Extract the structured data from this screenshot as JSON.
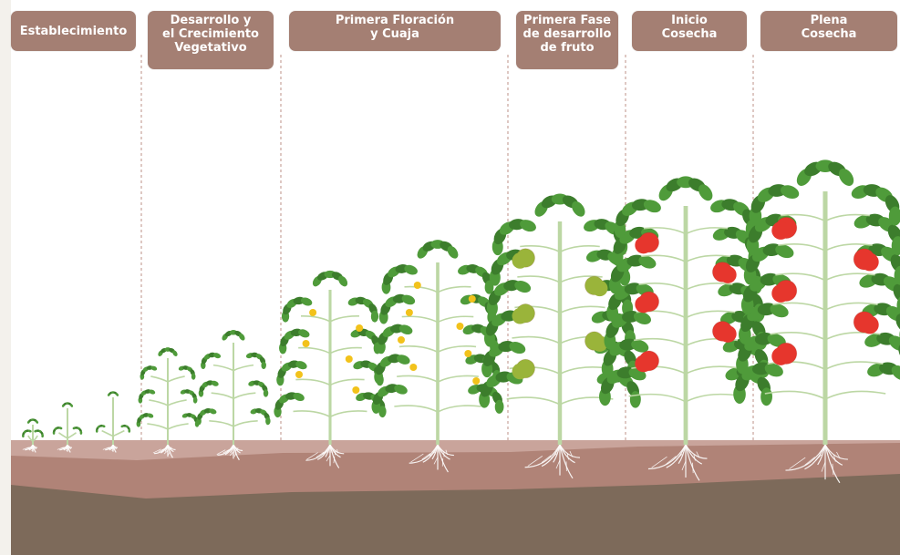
{
  "stages": [
    {
      "label": "Establecimiento"
    },
    {
      "label": "Desarrollo y\nel Crecimiento\nVegetativo"
    },
    {
      "label": "Primera Floración\ny Cuaja"
    },
    {
      "label": "Primera Fase\nde desarrollo\nde fruto"
    },
    {
      "label": "Inicio\nCosecha"
    },
    {
      "label": "Plena\nCosecha"
    }
  ],
  "colors": {
    "label_bg": "#a47f73",
    "label_text": "#ffffff",
    "soil_top": "#c9a49b",
    "soil_mid": "#b08377",
    "soil_deep": "#7d6a5a",
    "leaf": "#4f9b3a",
    "leaf_dark": "#3c7d2c",
    "stem": "#bcd7a4",
    "flower": "#f2c21b",
    "green_fruit": "#9ab43a",
    "ripe_fruit": "#e6362d",
    "root": "#ffffff",
    "divider": "#c9a49b"
  }
}
